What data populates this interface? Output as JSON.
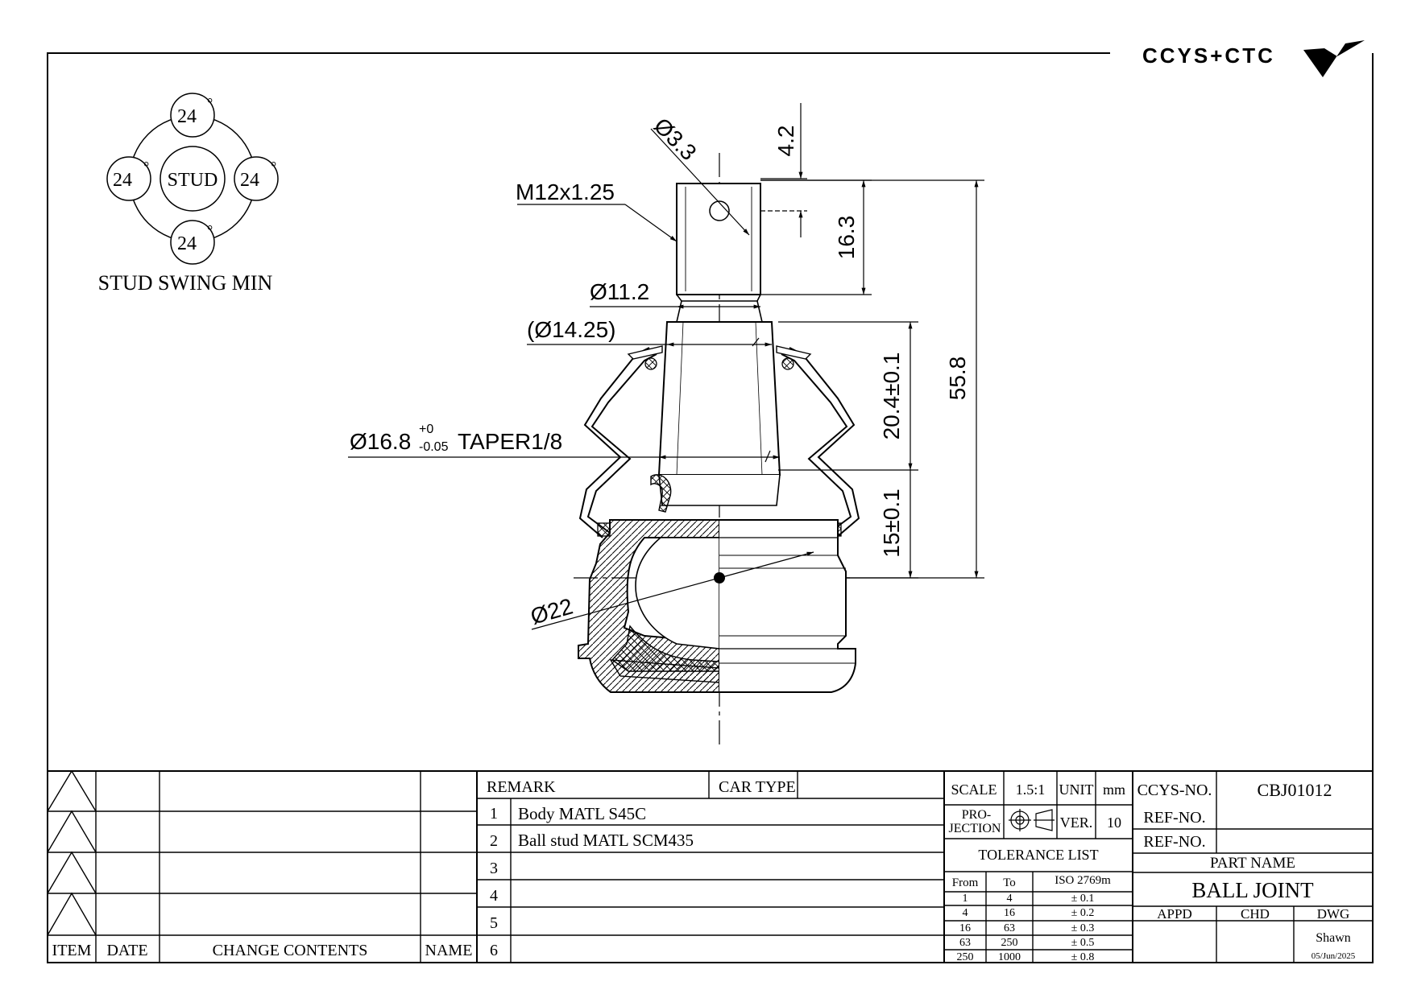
{
  "logo": {
    "text": "CCYS+CTC"
  },
  "swing": {
    "label": "STUD SWING MIN",
    "center": "STUD",
    "angles": [
      "24",
      "24",
      "24",
      "24"
    ],
    "degree": "°"
  },
  "dims": {
    "pin_hole": "Ø3.3",
    "pin_offset": "4.2",
    "thread": "M12x1.25",
    "thread_len": "16.3",
    "neck_dia": "Ø11.2",
    "taper_top": "(Ø14.25)",
    "taper_main": "Ø16.8",
    "tol_up": "+0",
    "tol_dn": "-0.05",
    "taper_spec": "TAPER1/8",
    "taper_len": "20.4±0.1",
    "overall": "55.8",
    "center_h": "15±0.1",
    "ball": "Ø22"
  },
  "revisions": {
    "headers": [
      "ITEM",
      "DATE",
      "CHANGE CONTENTS",
      "NAME"
    ]
  },
  "remarks": {
    "header": "REMARK",
    "car_type": "CAR TYPE",
    "rows": [
      {
        "num": "1",
        "text": "Body MATL S45C"
      },
      {
        "num": "2",
        "text": "Ball stud MATL SCM435"
      },
      {
        "num": "3",
        "text": ""
      },
      {
        "num": "4",
        "text": ""
      },
      {
        "num": "5",
        "text": ""
      },
      {
        "num": "6",
        "text": ""
      }
    ]
  },
  "info": {
    "scale_label": "SCALE",
    "scale": "1.5:1",
    "unit_label": "UNIT",
    "unit": "mm",
    "projection_1": "PRO-",
    "projection_2": "JECTION",
    "ver_label": "VER.",
    "ver": "10",
    "tol_title": "TOLERANCE LIST",
    "tol_headers": [
      "From",
      "To",
      "ISO 2769m"
    ],
    "tol_rows": [
      [
        "1",
        "4",
        "± 0.1"
      ],
      [
        "4",
        "16",
        "± 0.2"
      ],
      [
        "16",
        "63",
        "± 0.3"
      ],
      [
        "63",
        "250",
        "± 0.5"
      ],
      [
        "250",
        "1000",
        "± 0.8"
      ]
    ]
  },
  "title": {
    "ccys_label": "CCYS-NO.",
    "ccys_no": "CBJ01012",
    "ref1": "REF-NO.",
    "ref2": "REF-NO.",
    "part_name_label": "PART NAME",
    "part_name": "BALL JOINT",
    "appd": "APPD",
    "chd": "CHD",
    "dwg": "DWG",
    "drawer": "Shawn",
    "date": "05/Jun/2025"
  }
}
